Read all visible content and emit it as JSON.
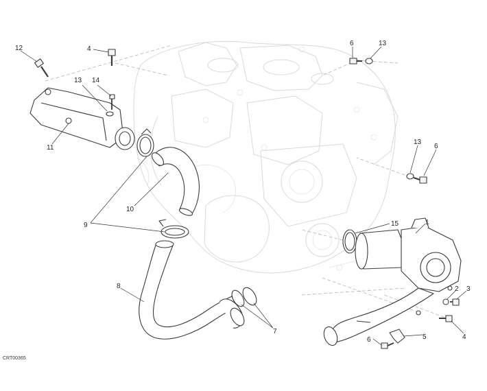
{
  "diagram": {
    "drawing_code": "CRT00365",
    "callouts": [
      {
        "id": "c12a",
        "label": "12"
      },
      {
        "id": "c4a",
        "label": "4"
      },
      {
        "id": "c13a",
        "label": "13"
      },
      {
        "id": "c14",
        "label": "14"
      },
      {
        "id": "c11",
        "label": "11"
      },
      {
        "id": "c6a",
        "label": "6"
      },
      {
        "id": "c13b",
        "label": "13"
      },
      {
        "id": "c13c",
        "label": "13"
      },
      {
        "id": "c6b",
        "label": "6"
      },
      {
        "id": "c10",
        "label": "10"
      },
      {
        "id": "c9",
        "label": "9"
      },
      {
        "id": "c15",
        "label": "15"
      },
      {
        "id": "c1",
        "label": "1"
      },
      {
        "id": "c8",
        "label": "8"
      },
      {
        "id": "c2",
        "label": "2"
      },
      {
        "id": "c3",
        "label": "3"
      },
      {
        "id": "c7",
        "label": "7"
      },
      {
        "id": "c4b",
        "label": "4"
      },
      {
        "id": "c5",
        "label": "5"
      },
      {
        "id": "c6c",
        "label": "6"
      }
    ]
  }
}
